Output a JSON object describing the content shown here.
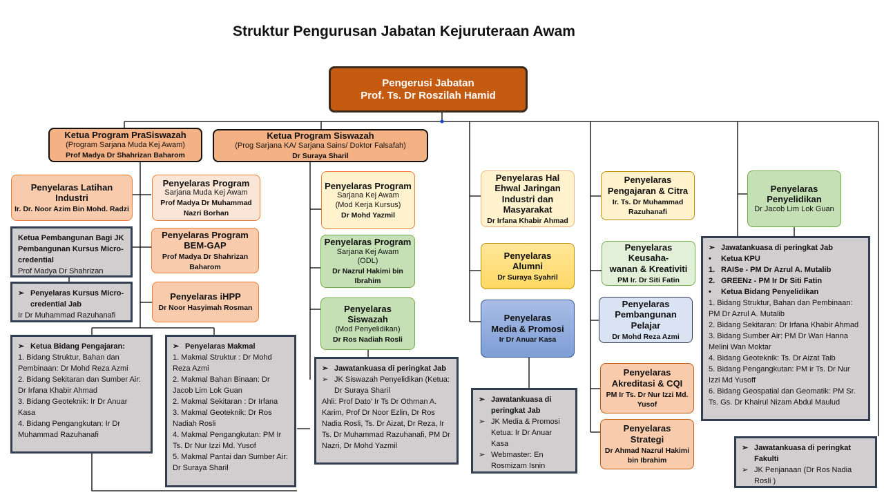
{
  "title": "Struktur Pengurusan Jabatan  Kejuruteraan Awam",
  "colors": {
    "head": "#c55a11",
    "ketua": "#f4b183",
    "peach": "#f8cbad",
    "lightpeach": "#fbe5d6",
    "cream": "#fff2cc",
    "green": "#c5e0b4",
    "lightgreen": "#e2f0d9",
    "gold": "#ffd966",
    "blue": "#8faadc",
    "lightblue": "#dae3f3",
    "gray": "#d0cece",
    "connector_dot": "#1f3fd6"
  },
  "boxes": {
    "head": {
      "title": [
        "Pengerusi Jabatan",
        "Prof. Ts. Dr Roszilah Hamid"
      ]
    },
    "prasiswazah": {
      "title": [
        "Ketua Program PraSiswazah"
      ],
      "subtitle": [
        "(Program Sarjana Muda Kej Awam)"
      ],
      "name": [
        "Prof Madya Dr Shahrizan Baharom"
      ]
    },
    "siswazah": {
      "title": [
        "Ketua Program Siswazah"
      ],
      "subtitle": [
        "(Prog Sarjana KA/ Sarjana Sains/ Doktor Falsafah)"
      ],
      "name": [
        "Dr Suraya Sharil"
      ]
    },
    "latihan_industri": {
      "title": [
        "Penyelaras Latihan Industri"
      ],
      "name": [
        "Ir. Dr. Noor Azim Bin Mohd.  Radzi"
      ]
    },
    "program_smka": {
      "title": [
        "Penyelaras Program"
      ],
      "subtitle": [
        "Sarjana Muda Kej Awam"
      ],
      "name": [
        "Prof Madya Dr Muhammad",
        "Nazri Borhan"
      ]
    },
    "bem_gap": {
      "title": [
        "Penyelaras Program",
        "BEM-GAP"
      ],
      "name": [
        "Prof Madya Dr Shahrizan",
        "Baharom"
      ]
    },
    "ihpp": {
      "title": [
        "Penyelaras iHPP"
      ],
      "name": [
        "Dr Noor  Hasyimah Rosman"
      ]
    },
    "mod_kerja": {
      "title": [
        "Penyelaras Program"
      ],
      "subtitle": [
        "Sarjana Kej Awam",
        "(Mod Kerja Kursus)"
      ],
      "name": [
        "Dr Mohd  Yazmil"
      ]
    },
    "odl": {
      "title": [
        "Penyelaras Program"
      ],
      "subtitle": [
        "Sarjana Kej Awam",
        "(ODL)"
      ],
      "name": [
        "Dr Nazrul  Hakimi bin",
        "Ibrahim"
      ]
    },
    "mod_penyelidikan": {
      "title": [
        "Penyelaras Siswazah"
      ],
      "subtitle": [
        "(Mod Penyelidikan)"
      ],
      "name": [
        "Dr Ros  Nadiah  Rosli"
      ]
    },
    "hal_ehwal": {
      "title": [
        "Penyelaras Hal",
        "Ehwal Jaringan",
        "Industri dan",
        "Masyarakat"
      ],
      "name": [
        "Dr Irfana  Khabir Ahmad"
      ]
    },
    "alumni": {
      "title": [
        "Penyelaras",
        "Alumni"
      ],
      "name": [
        "Dr Suraya Syahril"
      ]
    },
    "media": {
      "title": [
        "Penyelaras",
        "Media & Promosi"
      ],
      "name": [
        "Ir Dr Anuar  Kasa"
      ]
    },
    "pengajaran_citra": {
      "title": [
        "Penyelaras",
        "Pengajaran & Citra"
      ],
      "name": [
        "Ir. Ts. Dr Muhammad",
        "Razuhanafi"
      ]
    },
    "keusahawanan": {
      "title": [
        "Penyelaras Keusaha-",
        "wanan & Kreativiti"
      ],
      "name": [
        "PM Ir. Dr Siti Fatin"
      ]
    },
    "pembangunan_pelajar": {
      "title": [
        "Penyelaras",
        "Pembangunan",
        "Pelajar"
      ],
      "name": [
        "Dr Mohd  Reza Azmi"
      ]
    },
    "akreditasi": {
      "title": [
        "Penyelaras",
        "Akreditasi & CQI"
      ],
      "name": [
        "PM Ir  Ts. Dr Nur Izzi Md.",
        "Yusof"
      ]
    },
    "strategi": {
      "title": [
        "Penyelaras",
        "Strategi"
      ],
      "name": [
        "Dr Ahmad  Nazrul Hakimi",
        "bin  Ibrahim"
      ]
    },
    "penyelidikan": {
      "title": [
        "Penyelaras",
        "Penyelidikan"
      ],
      "subtitle": [
        "Dr Jacob Lim Lok Guan"
      ]
    }
  },
  "panels": {
    "ketua_pembangunan": [
      {
        "text": "Ketua Pembangunan  Bagi JK Pembangunan  Kursus Micro-credential",
        "bold": true
      },
      {
        "text": "Prof Madya Dr Shahrizan"
      }
    ],
    "kursus_micro": [
      {
        "marker": "➢",
        "text": "Penyelaras Kursus  Micro-credential Jab",
        "bold": true
      },
      {
        "text": "Ir Dr Muhammad Razuhanafi"
      }
    ],
    "bidang_pengajaran": [
      {
        "marker": "➢",
        "text": "Ketua Bidang  Pengajaran:",
        "bold": true
      },
      {
        "text": "1. Bidang Struktur,  Bahan dan Pembinaan: Dr Mohd Reza  Azmi"
      },
      {
        "text": "2. Bidang Sekitaran dan Sumber Air: Dr Irfana Khabir Ahmad"
      },
      {
        "text": "3. Bidang Geoteknik:  Ir Dr Anuar Kasa"
      },
      {
        "text": "4. Bidang Pengangkutan:  Ir Dr Muhammad Razuhanafi"
      }
    ],
    "makmal": [
      {
        "marker": "➢",
        "text": "Penyelaras Makmal",
        "bold": true
      },
      {
        "text": "1. Makmal Struktur  : Dr Mohd Reza Azmi"
      },
      {
        "text": "2. Makmal Bahan Binaan: Dr Jacob Lim  Lok Guan"
      },
      {
        "text": "2. Makmal Sekitaran : Dr Irfana"
      },
      {
        "text": "3. Makmal Geoteknik:  Dr Ros Nadiah Rosli"
      },
      {
        "text": "4. Makmal Pengangkutan:  PM Ir Ts. Dr Nur Izzi Md. Yusof"
      },
      {
        "text": "5. Makmal Pantai dan Sumber Air: Dr Suraya Sharil"
      }
    ],
    "jk_siswazah": [
      {
        "marker": "➢",
        "text": "Jawatankuasa  di peringkat Jab",
        "bold": true
      },
      {
        "marker": "➢",
        "text": "JK Siswazah Penyelidikan (Ketua:  Dr Suraya Sharil"
      },
      {
        "text": "Ahli: Prof Dato’ Ir Ts Dr Othman  A. Karim, Prof Dr Noor  Ezlin, Dr Ros Nadia Rosli, Ts. Dr Aizat, Dr Reza,  Ir Ts. Dr Muhammad Razuhanafi, PM Dr Nazri, Dr Mohd Yazmil"
      }
    ],
    "jk_media": [
      {
        "marker": "➢",
        "text": "Jawatankuasa  di peringkat Jab",
        "bold": true
      },
      {
        "marker": "➢",
        "text": "JK Media & Promosi Ketua:  Ir Dr Anuar Kasa"
      },
      {
        "marker": "➢",
        "text": "Webmaster:  En Rosmizam Isnin"
      }
    ],
    "jk_penyelidikan": [
      {
        "marker": "➢",
        "text": "Jawatankuasa  di peringkat Jab",
        "bold": true
      },
      {
        "marker": "•",
        "text": "Ketua KPU",
        "bold": true
      },
      {
        "marker": "1.",
        "text": "RAISe - PM Dr Azrul A. Mutalib",
        "bold": true
      },
      {
        "marker": "2.",
        "text": "GREENz  - PM Ir Dr Siti Fatin",
        "bold": true
      },
      {
        "marker": "•",
        "text": "Ketua Bidang  Penyelidikan",
        "bold": true
      },
      {
        "text": "1. Bidang Struktur,  Bahan dan Pembinaan: PM Dr Azrul A. Mutalib"
      },
      {
        "text": "2. Bidang Sekitaran: Dr Irfana Khabir Ahmad"
      },
      {
        "text": "3. Bidang Sumber  Air: PM Dr Wan Hanna Melini Wan Moktar"
      },
      {
        "text": "4. Bidang Geoteknik:  Ts. Dr Aizat Taib"
      },
      {
        "text": "5. Bidang Pengangkutan:  PM ir Ts. Dr Nur Izzi Md Yusoff"
      },
      {
        "text": "6. Bidang Geospatial dan Geomatik: PM Sr. Ts. Gs. Dr Khairul Nizam Abdul Maulud"
      }
    ],
    "jk_fakulti": [
      {
        "marker": "➢",
        "text": "Jawatankuasa  di peringkat Fakulti",
        "bold": true
      },
      {
        "marker": "➢",
        "text": "JK Penjanaan (Dr Ros Nadia Rosli )"
      }
    ]
  }
}
